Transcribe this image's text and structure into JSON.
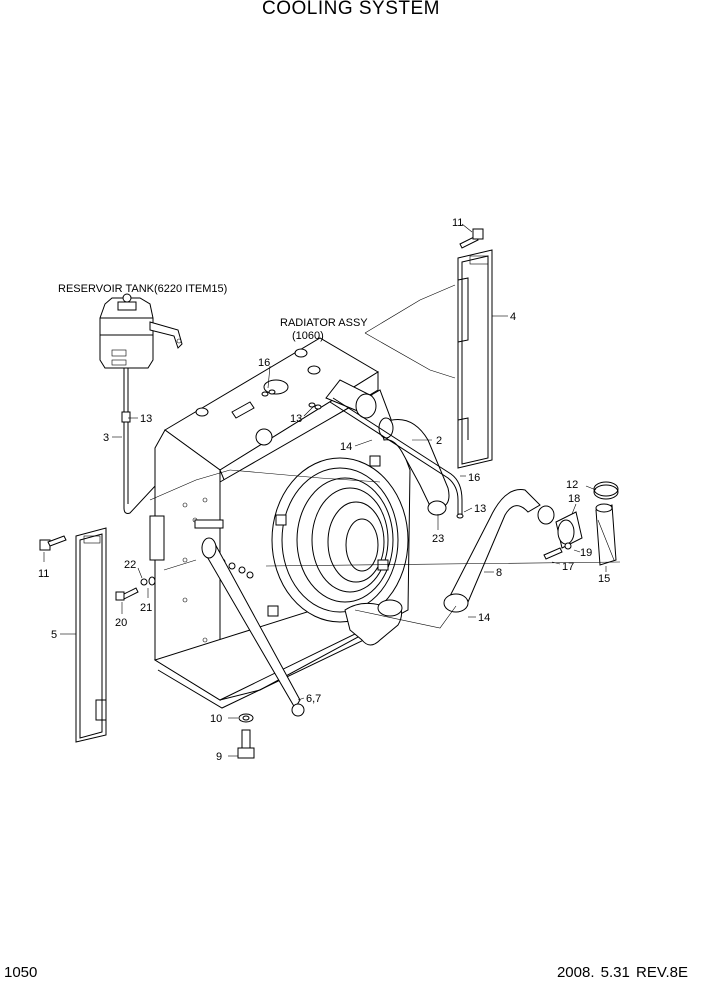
{
  "header": {
    "title": "COOLING SYSTEM"
  },
  "footer": {
    "page_number": "1050",
    "date_rev": "2008. 5.31  REV.8E"
  },
  "labels": {
    "reservoir_note": "RESERVOIR TANK(6220 ITEM15)",
    "radiator_note": "RADIATOR ASSY",
    "radiator_ref": "(1060)"
  },
  "callouts": {
    "p11_top": "11",
    "p4": "4",
    "p16_top": "16",
    "p13_mid": "13",
    "p2": "2",
    "p14_top": "14",
    "p16_right": "16",
    "p13_right": "13",
    "p23": "23",
    "p13_left": "13",
    "p3": "3",
    "p11_left": "11",
    "p5": "5",
    "p22": "22",
    "p21": "21",
    "p20": "20",
    "p67": "6,7",
    "p10": "10",
    "p9": "9",
    "p12": "12",
    "p18": "18",
    "p19": "19",
    "p17": "17",
    "p15": "15",
    "p8": "8",
    "p14_bottom": "14"
  }
}
